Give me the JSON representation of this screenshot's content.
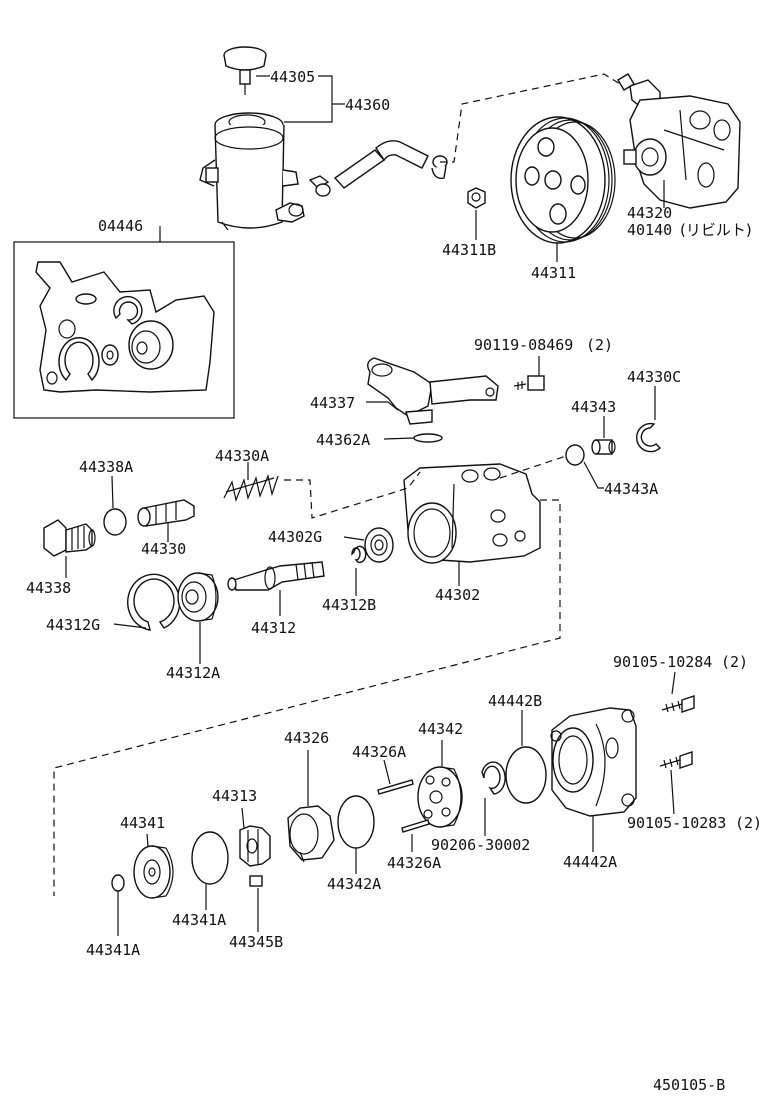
{
  "diagram": {
    "type": "exploded parts diagram",
    "labels": {
      "p44305": "44305",
      "p44360": "44360",
      "p04446": "04446",
      "p44311B": "44311B",
      "p44311": "44311",
      "p44320": "44320",
      "p40140": "40140",
      "p40140_note": "(リビルト)",
      "p90119": "90119-08469",
      "p90119_qty": "(2)",
      "p44337": "44337",
      "p44362A": "44362A",
      "p44330C": "44330C",
      "p44343": "44343",
      "p44343A": "44343A",
      "p44338A": "44338A",
      "p44330A": "44330A",
      "p44330": "44330",
      "p44338": "44338",
      "p44302G": "44302G",
      "p44302": "44302",
      "p44312B": "44312B",
      "p44312G": "44312G",
      "p44312": "44312",
      "p44312A": "44312A",
      "p90105_10284": "90105-10284",
      "p90105_10284_qty": "(2)",
      "p44442B": "44442B",
      "p44342": "44342",
      "p44326": "44326",
      "p44326A_top": "44326A",
      "p44313": "44313",
      "p44341": "44341",
      "p90206": "90206-30002",
      "p90105_10283": "90105-10283",
      "p90105_10283_qty": "(2)",
      "p44442A": "44442A",
      "p44342A": "44342A",
      "p44326A_bottom": "44326A",
      "p44341A_mid": "44341A",
      "p44341A_left": "44341A",
      "p44345B": "44345B",
      "figure_id": "450105-B"
    }
  }
}
